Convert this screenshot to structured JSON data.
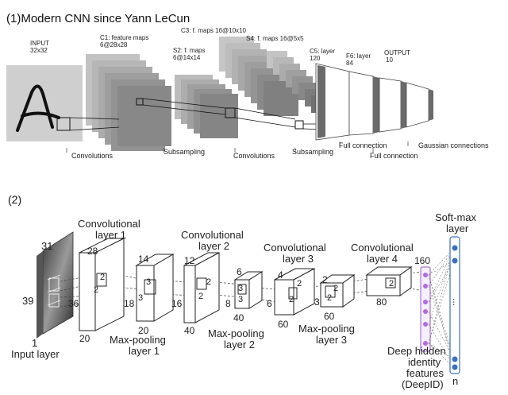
{
  "panel1": {
    "heading": "(1)Modern CNN since Yann LeCun",
    "layers": {
      "input": [
        "INPUT",
        "32x32"
      ],
      "c1": [
        "C1: feature maps",
        "6@28x28"
      ],
      "s2": [
        "S2: f. maps",
        "6@14x14"
      ],
      "c3": "C3: f. maps 16@10x10",
      "s4": "S4: f. maps 16@5x5",
      "c5": [
        "C5: layer",
        "120"
      ],
      "f6": [
        "F6: layer",
        "84"
      ],
      "output": [
        "OUTPUT",
        "10"
      ]
    },
    "operations": {
      "conv1": "Convolutions",
      "sub1": "Subsampling",
      "conv2": "Convolutions",
      "sub2": "Subsampling",
      "full1": "Full connection",
      "full2": "Full connection",
      "gauss": "Gaussian connections"
    }
  },
  "panel2": {
    "heading": "(2)",
    "input": {
      "dims": [
        "31",
        "39",
        "1"
      ],
      "label": "Input layer"
    },
    "conv1": {
      "title": [
        "Convolutional",
        "layer 1"
      ],
      "dims": [
        "28",
        "36",
        "20"
      ],
      "kernel": [
        "2",
        "2"
      ]
    },
    "pool1": {
      "title": [
        "Max-pooling",
        "layer 1"
      ],
      "dims": [
        "14",
        "18",
        "20"
      ],
      "kernel": [
        "3",
        "3"
      ]
    },
    "conv2": {
      "title": [
        "Convolutional",
        "layer 2"
      ],
      "dims": [
        "12",
        "16",
        "40"
      ],
      "kernel": [
        "2",
        "2"
      ]
    },
    "pool2": {
      "title": [
        "Max-pooling",
        "layer 2"
      ],
      "dims": [
        "6",
        "8",
        "40"
      ],
      "kernel": [
        "3",
        "3"
      ]
    },
    "conv3": {
      "title": [
        "Convolutional",
        "layer 3"
      ],
      "dims": [
        "4",
        "6",
        "60"
      ],
      "kernel": [
        "2",
        "2"
      ]
    },
    "pool3": {
      "title": [
        "Max-pooling",
        "layer 3"
      ],
      "dims": [
        "2",
        "3",
        "60"
      ],
      "kernel": [
        "2",
        "2"
      ]
    },
    "conv4": {
      "title": [
        "Convolutional",
        "layer 4"
      ],
      "dims": [
        "80"
      ],
      "kernel": [
        "2"
      ]
    },
    "deepid": {
      "dim": "160",
      "label": [
        "Deep hidden",
        "identity",
        "features",
        "(DeepID)"
      ]
    },
    "softmax": {
      "label": [
        "Soft-max",
        "layer"
      ],
      "n": "n",
      "dots": "..."
    }
  },
  "colors": {
    "map_light": "#bdbdbd",
    "map_mid": "#a6a6a6",
    "map_dark": "#8c8c8c",
    "purple": "#b36be0",
    "blue": "#3a6fc4",
    "outline": "#222222"
  }
}
